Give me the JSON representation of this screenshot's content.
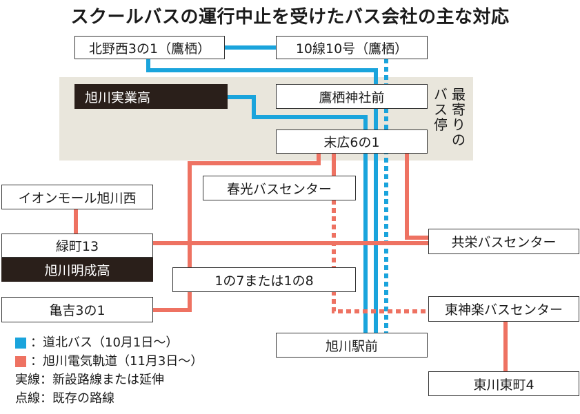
{
  "title": "スクールバスの運行中止を受けたバス会社の主な対応",
  "colors": {
    "blue": "#1aa4dc",
    "red": "#ee7262",
    "zone_bg": "#e9e6dc",
    "dark": "#2a1f1a"
  },
  "stops": {
    "kitano": "北野西3の1（鷹栖）",
    "sen10": "10線10号（鷹栖）",
    "jitsugyo": "旭川実業高",
    "jinja": "鷹栖神社前",
    "suehiro": "末広6の1",
    "aeon": "イオンモール旭川西",
    "shunko": "春光バスセンター",
    "midori": "緑町13",
    "meisei": "旭川明成高",
    "kyoei": "共栄バスセンター",
    "ichino7": "1の7または1の8",
    "kameyoshi": "亀吉3の1",
    "higashikagura": "東神楽バスセンター",
    "station": "旭川駅前",
    "higashikawa": "東川東町4"
  },
  "zone_label": {
    "line1": "最寄りの",
    "line2": "バス停"
  },
  "legend": {
    "blue": "：道北バス（10月1日～）",
    "red": "：旭川電気軌道（11月3日～）",
    "solid": "実線：新設路線または延伸",
    "dotted": "点線：既存の路線"
  }
}
